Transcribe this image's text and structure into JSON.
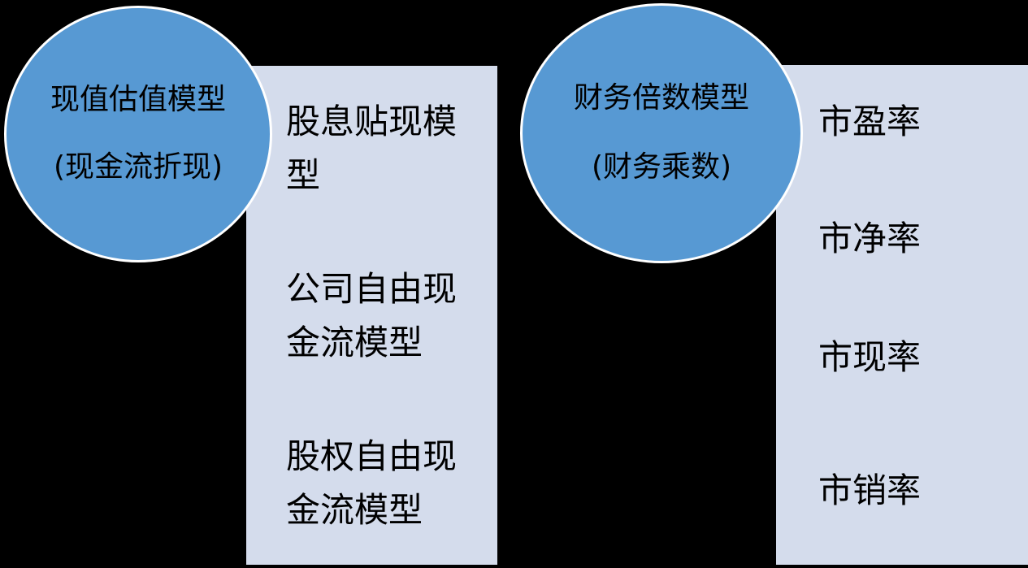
{
  "colors": {
    "canvas_bg": "#000000",
    "circle_fill": "#5799d3",
    "circle_stroke": "#ffffff",
    "panel_fill": "#d4dcec",
    "text": "#000000"
  },
  "left_group": {
    "circle": {
      "line1": "现值估值模型",
      "line2": "(现金流折现)"
    },
    "panel_items": [
      "股息贴现模\n型",
      "公司自由现\n金流模型",
      "股权自由现\n金流模型"
    ]
  },
  "right_group": {
    "circle": {
      "line1": "财务倍数模型",
      "line2": "(财务乘数)"
    },
    "panel_items": [
      "市盈率",
      "市净率",
      "市现率",
      "市销率"
    ]
  }
}
